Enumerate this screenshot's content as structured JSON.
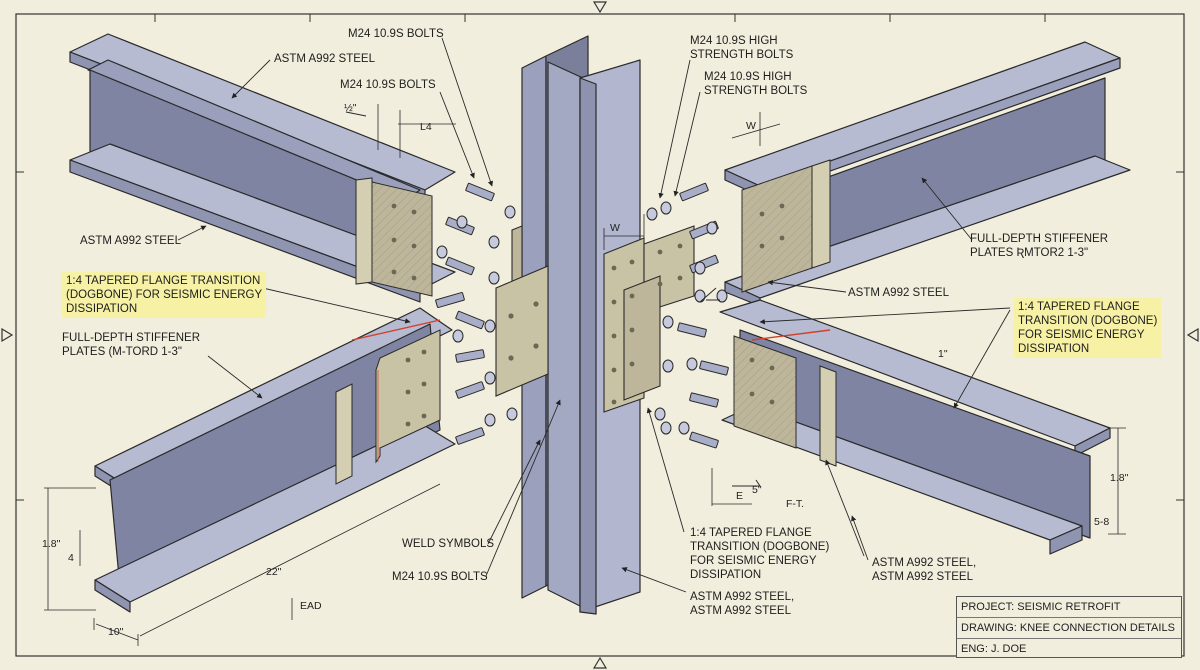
{
  "labels": {
    "steel_top_left": "ASTM A992 STEEL",
    "bolts_top": "M24 10.9S BOLTS",
    "bolts_upper": "M24 10.9S BOLTS",
    "hs_bolts_1": "M24 10.9S HIGH\nSTRENGTH BOLTS",
    "hs_bolts_2": "M24 10.9S HIGH\nSTRENGTH BOLTS",
    "steel_left": "ASTM A992 STEEL",
    "dogbone_left": "1:4 TAPERED FLANGE TRANSITION\n(DOGBONE) FOR SEISMIC ENERGY\nDISSIPATION",
    "stiffener_left": "FULL-DEPTH STIFFENER\nPLATES (M-TORD 1-3\"",
    "stiffener_right": "FULL-DEPTH STIFFENER\nPLATES ƦMTOR2 1-3\"",
    "steel_right_mid": "ASTM A992 STEEL",
    "dogbone_right": "1:4 TAPERED FLANGE\nTRANSITION (DOGBONE)\nFOR SEISMIC ENERGY\nDISSIPATION",
    "weld_symbols": "WELD SYMBOLS",
    "bolts_bottom": "M24 10.9S BOLTS",
    "dogbone_bottom": "1:4 TAPERED FLANGE\nTRANSITION (DOGBONE)\nFOR SEISMIC ENERGY\nDISSIPATION",
    "steel_bottom_mid": "ASTM A992 STEEL,\nASTM A992 STEEL",
    "steel_bottom_right": "ASTM A992 STEEL,\nASTM A992 STEEL"
  },
  "dims": {
    "half": "½\"",
    "l4": "L4",
    "w_top": "W",
    "w_mid": "W",
    "one_inch": "1\"",
    "d18_left": "1.8\"",
    "d18_right": "1.8\"",
    "d22": "22\"",
    "d10": "10\"",
    "d5": "5\"",
    "d_small": "5-8",
    "d_four": "4",
    "ead": "EAD",
    "ft": "F-T.",
    "weld_tag": "E"
  },
  "title_block": {
    "project": "PROJECT: SEISMIC RETROFIT",
    "drawing": "DRAWING: KNEE CONNECTION DETAILS",
    "engineer": "ENG: J. DOE"
  },
  "colors": {
    "steel_light": "#a9aec8",
    "steel_dark": "#7d829f",
    "plate": "#c9c3a6",
    "line": "#2a2a2a",
    "highlight": "#f6f1a4",
    "dogbone_mark": "#d0402a"
  }
}
